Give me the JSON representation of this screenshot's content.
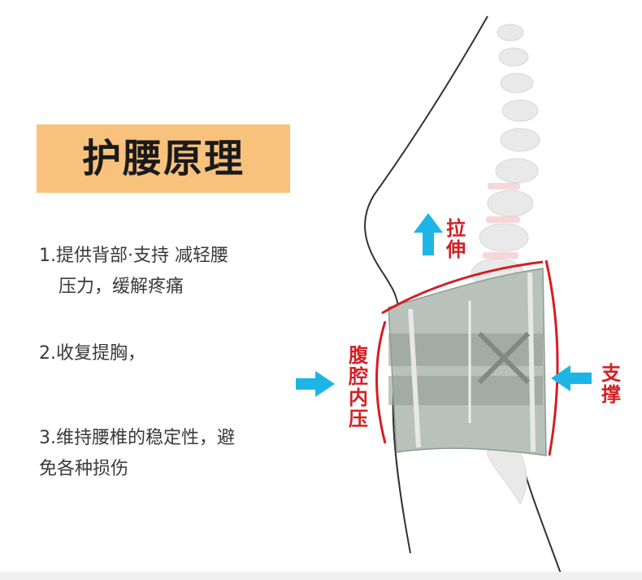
{
  "title": "护腰原理",
  "points": {
    "p1_line1": "1.提供背部·支持   减轻腰",
    "p1_line2": "压力，缓解疼痛",
    "p2": "2.收复提胸，",
    "p3_line1": "3.维持腰椎的稳定性，避",
    "p3_line2": "免各种损伤"
  },
  "labels": {
    "stretch": [
      "拉",
      "伸"
    ],
    "abdominal_pressure": [
      "腹",
      "腔",
      "内",
      "压"
    ],
    "support": [
      "支",
      "撑"
    ]
  },
  "colors": {
    "title_bg": "#f8c27c",
    "label_red": "#d21f26",
    "arrow_cyan": "#1eb4e6",
    "belt_gray": "#a9b4ac"
  },
  "icons": [
    "up-arrow-icon",
    "right-arrow-icon",
    "left-arrow-icon"
  ]
}
